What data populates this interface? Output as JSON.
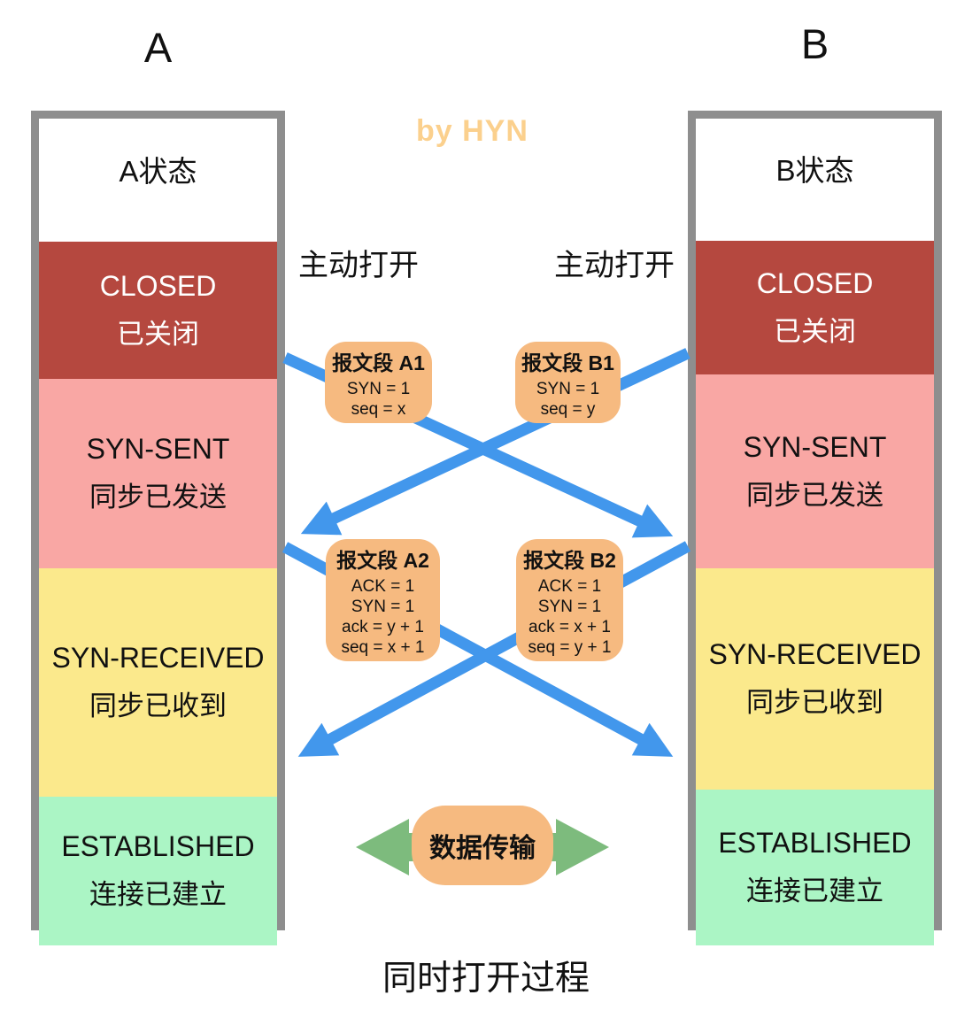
{
  "page": {
    "caption": "同时打开过程",
    "watermark": "by HYN"
  },
  "hosts": {
    "a": {
      "title": "A",
      "header": "A状态",
      "active_open": "主动打开",
      "states": {
        "closed": {
          "name": "CLOSED",
          "cn": "已关闭"
        },
        "syn_sent": {
          "name": "SYN-SENT",
          "cn": "同步已发送"
        },
        "syn_received": {
          "name": "SYN-RECEIVED",
          "cn": "同步已收到"
        },
        "established": {
          "name": "ESTABLISHED",
          "cn": "连接已建立"
        }
      }
    },
    "b": {
      "title": "B",
      "header": "B状态",
      "active_open": "主动打开",
      "states": {
        "closed": {
          "name": "CLOSED",
          "cn": "已关闭"
        },
        "syn_sent": {
          "name": "SYN-SENT",
          "cn": "同步已发送"
        },
        "syn_received": {
          "name": "SYN-RECEIVED",
          "cn": "同步已收到"
        },
        "established": {
          "name": "ESTABLISHED",
          "cn": "连接已建立"
        }
      }
    }
  },
  "segments": {
    "a1": {
      "title": "报文段 A1",
      "lines": [
        "SYN = 1",
        "seq = x"
      ]
    },
    "b1": {
      "title": "报文段 B1",
      "lines": [
        "SYN = 1",
        "seq = y"
      ]
    },
    "a2": {
      "title": "报文段 A2",
      "lines": [
        "ACK = 1",
        "SYN = 1",
        "ack = y + 1",
        "seq = x + 1"
      ]
    },
    "b2": {
      "title": "报文段 B2",
      "lines": [
        "ACK = 1",
        "SYN = 1",
        "ack = x + 1",
        "seq = y + 1"
      ]
    }
  },
  "data_transfer": {
    "label": "数据传输"
  },
  "colors": {
    "closed_red": "#b5483f",
    "syn_sent_pink": "#f9a7a4",
    "syn_received_yellow": "#fbe98c",
    "established_green": "#abf5c5",
    "segment_box_orange": "#f6ba80",
    "arrow_blue": "#4297ec",
    "data_arrow_green": "#7dbb7d",
    "column_border_gray": "#8e8e8e",
    "watermark_orange": "#fbd08d"
  }
}
